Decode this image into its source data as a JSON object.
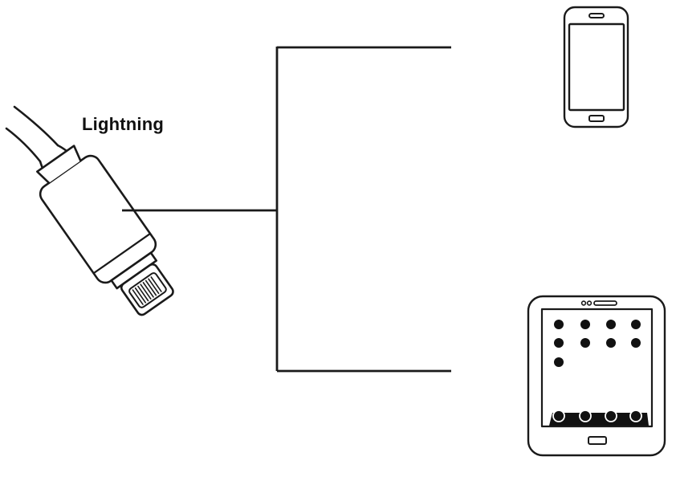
{
  "connector": {
    "label": "Lightning",
    "icon": "lightning-connector-icon"
  },
  "devices": [
    {
      "name": "smartphone",
      "icon": "smartphone-icon"
    },
    {
      "name": "tablet",
      "icon": "tablet-icon"
    }
  ],
  "colors": {
    "line": "#1a1a1a",
    "background": "#ffffff"
  }
}
